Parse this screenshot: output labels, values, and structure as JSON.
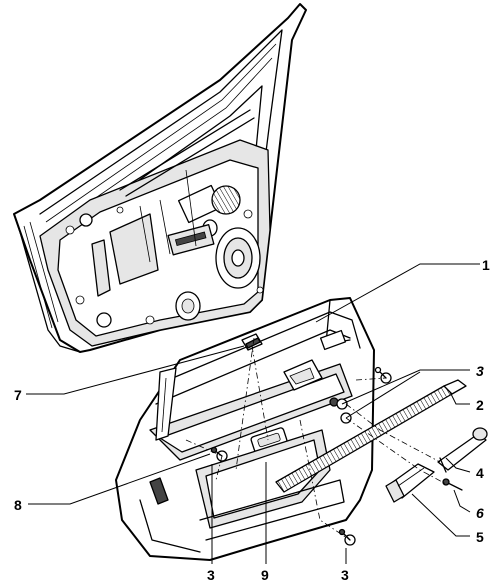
{
  "callouts": {
    "c1": "1",
    "c2": "2",
    "c3_right": "3",
    "c3_left_bottom": "3",
    "c3_right_bottom": "3",
    "c4": "4",
    "c5": "5",
    "c6": "6",
    "c7": "7",
    "c8": "8",
    "c9": "9"
  }
}
